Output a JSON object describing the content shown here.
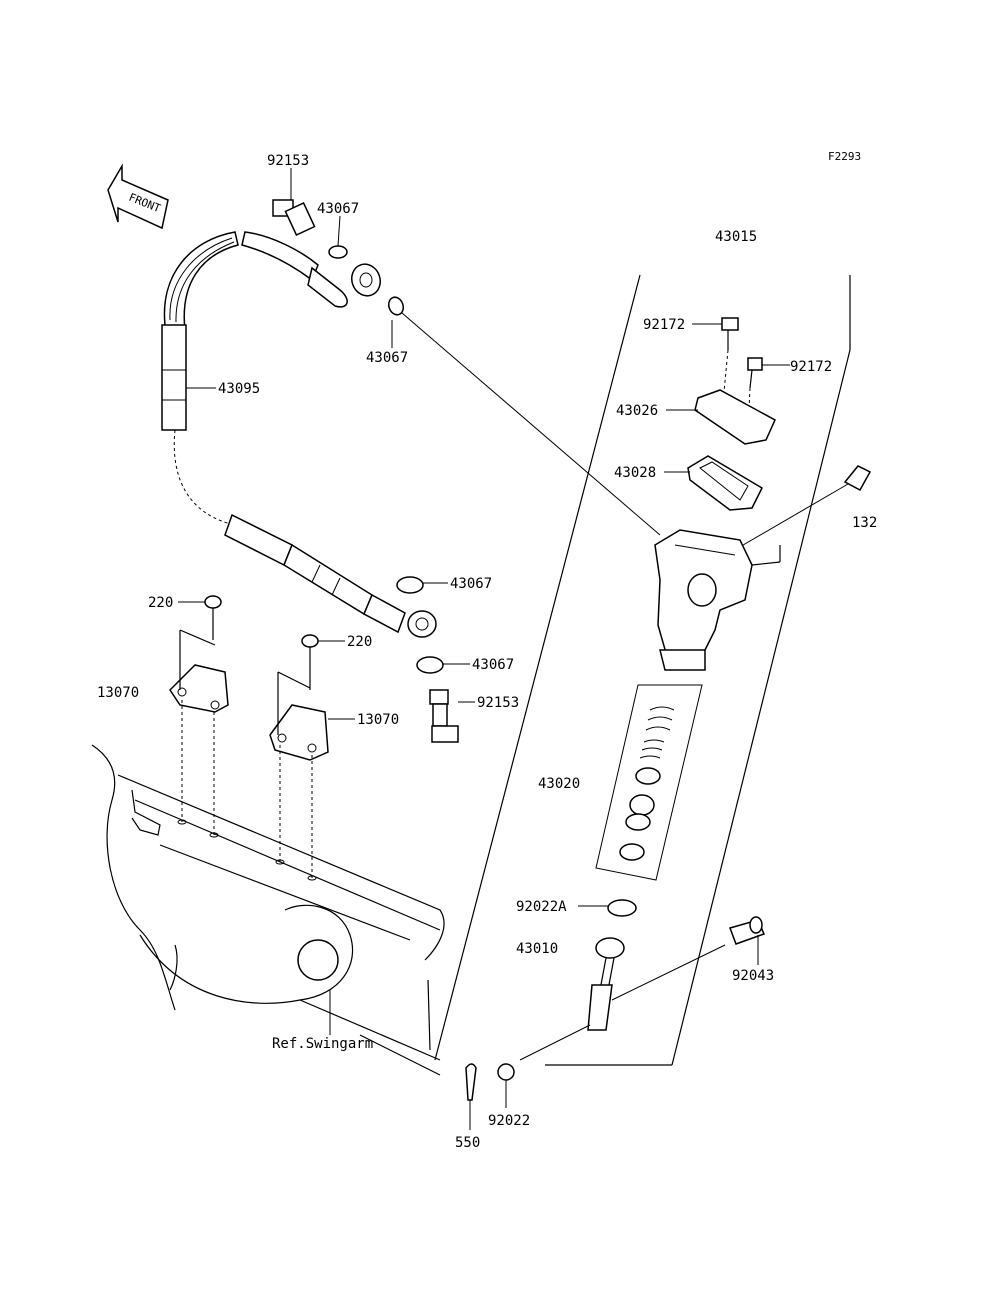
{
  "figure_code": "F2293",
  "front_arrow_text": "FRONT",
  "reference_text": "Ref.Swingarm",
  "labels": {
    "p92153_top": "92153",
    "p43067_a": "43067",
    "p43067_b": "43067",
    "p43015": "43015",
    "p92172_a": "92172",
    "p92172_b": "92172",
    "p43026": "43026",
    "p43028": "43028",
    "p132": "132",
    "p43095": "43095",
    "p43067_c": "43067",
    "p220_a": "220",
    "p220_b": "220",
    "p43067_d": "43067",
    "p13070_a": "13070",
    "p92153_bottom": "92153",
    "p13070_b": "13070",
    "p43020": "43020",
    "p92022A": "92022A",
    "p43010": "43010",
    "p92043": "92043",
    "p550": "550",
    "p92022": "92022"
  }
}
